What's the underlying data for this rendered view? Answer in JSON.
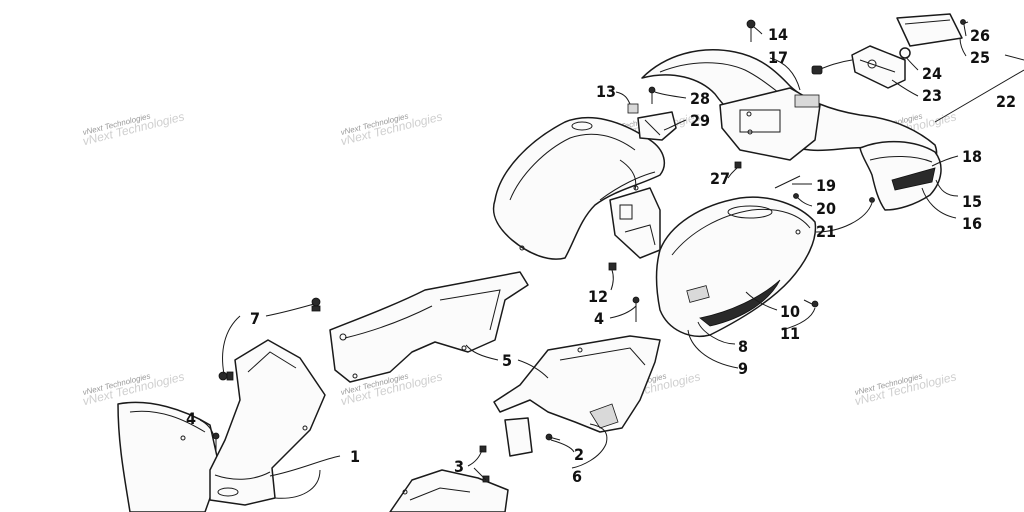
{
  "watermark": {
    "text": "vNext Technologies",
    "color": "#c8c8c8"
  },
  "callouts": [
    {
      "id": "1",
      "label": "1"
    },
    {
      "id": "2",
      "label": "2"
    },
    {
      "id": "3",
      "label": "3"
    },
    {
      "id": "4a",
      "label": "4"
    },
    {
      "id": "4b",
      "label": "4"
    },
    {
      "id": "5",
      "label": "5"
    },
    {
      "id": "6",
      "label": "6"
    },
    {
      "id": "7",
      "label": "7"
    },
    {
      "id": "8",
      "label": "8"
    },
    {
      "id": "9",
      "label": "9"
    },
    {
      "id": "10",
      "label": "10"
    },
    {
      "id": "11",
      "label": "11"
    },
    {
      "id": "12",
      "label": "12"
    },
    {
      "id": "13",
      "label": "13"
    },
    {
      "id": "14",
      "label": "14"
    },
    {
      "id": "15",
      "label": "15"
    },
    {
      "id": "16",
      "label": "16"
    },
    {
      "id": "17",
      "label": "17"
    },
    {
      "id": "18",
      "label": "18"
    },
    {
      "id": "19",
      "label": "19"
    },
    {
      "id": "20",
      "label": "20"
    },
    {
      "id": "21",
      "label": "21"
    },
    {
      "id": "22",
      "label": "22"
    },
    {
      "id": "23",
      "label": "23"
    },
    {
      "id": "24",
      "label": "24"
    },
    {
      "id": "25",
      "label": "25"
    },
    {
      "id": "26",
      "label": "26"
    },
    {
      "id": "27",
      "label": "27"
    },
    {
      "id": "28",
      "label": "28"
    },
    {
      "id": "29",
      "label": "29"
    }
  ]
}
